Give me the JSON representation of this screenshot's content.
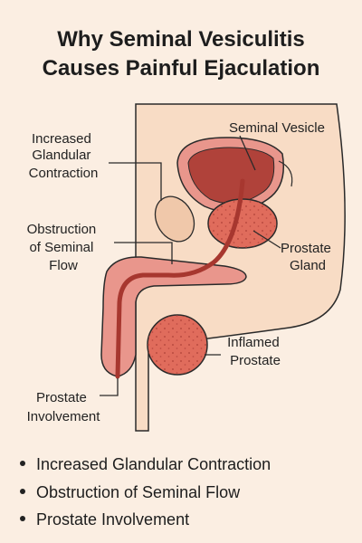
{
  "title": {
    "line1": "Why Seminal Vesiculitis",
    "line2": "Causes Painful Ejaculation"
  },
  "labels": {
    "increased_contraction": [
      "Increased",
      "Glandular",
      "Contraction"
    ],
    "seminal_vesicle": [
      "Seminal Vesicle"
    ],
    "obstruction": [
      "Obstruction",
      "of Seminal",
      "Flow"
    ],
    "prostate_gland": [
      "Prostate",
      "Gland"
    ],
    "inflamed_prostate": [
      "Inflamed",
      "Prostate"
    ],
    "prostate_involvement": [
      "Prostate",
      "Involvement"
    ]
  },
  "bullets": [
    "Increased Glandular Contraction",
    "Obstruction of Seminal Flow",
    "Prostate Involvement"
  ],
  "colors": {
    "background": "#fbeee2",
    "body": "#f8dcc5",
    "outline": "#2a2a2a",
    "vesicle": "#b0423a",
    "prostate": "#e06c5c",
    "urethra_tissue": "#e9968c",
    "duct": "#a7372f",
    "bladder_tan": "#f0c8aa"
  }
}
